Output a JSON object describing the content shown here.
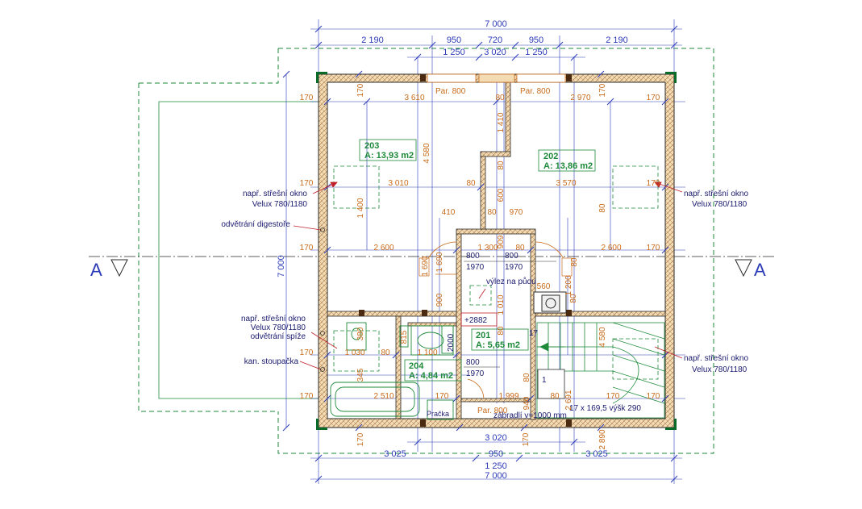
{
  "colors": {
    "wall_fill": "#f3dcb4",
    "wall_line": "#2a2a2a",
    "dimension_blue": "#2b3ab8",
    "dimension_orange": "#c86a18",
    "room_green": "#1e8a3a",
    "label_navy": "#1a1a6e",
    "annotation_red": "#c0202a",
    "dashed_green": "#1e8a3a"
  },
  "section": {
    "left_mark": "A",
    "right_mark": "A"
  },
  "dimensions": {
    "overall_top": "7 000",
    "overall_bottom": "7 000",
    "overall_left": "7 000",
    "top_row2": [
      "2 190",
      "950",
      "720",
      "950",
      "2 190"
    ],
    "top_row3": [
      "1 250",
      "3 020",
      "1 250"
    ],
    "bottom_row1": [
      "3 020"
    ],
    "bottom_row2": [
      "3 025",
      "950",
      "3 025"
    ],
    "bottom_row3": [
      "1 250"
    ],
    "orange_labels": [
      "170",
      "3 610",
      "80",
      "2 970",
      "170",
      "170",
      "3 010",
      "80",
      "3 570",
      "170",
      "410",
      "80",
      "970",
      "170",
      "2 600",
      "1 300",
      "80",
      "2 600",
      "170",
      "1 030",
      "80",
      "1 100",
      "170",
      "170",
      "2 510",
      "170",
      "1 999",
      "80",
      "170",
      "170",
      "170",
      "170",
      "170",
      "170",
      "2 890",
      "4 580",
      "4 580",
      "1 400",
      "80",
      "1 410",
      "80",
      "600",
      "909",
      "900",
      "1 690",
      "80",
      "1 690",
      "1 010",
      "80",
      "345",
      "380",
      "560",
      "1 200",
      "80",
      "815",
      "80",
      "940",
      "2 691"
    ]
  },
  "rooms": [
    {
      "number": "203",
      "area": "A: 13,93 m2"
    },
    {
      "number": "202",
      "area": "A: 13,86 m2"
    },
    {
      "number": "201",
      "area": "A: 5,65 m2"
    },
    {
      "number": "204",
      "area": "A: 4,84 m2"
    }
  ],
  "windows": [
    "Par. 800",
    "Par. 800",
    "Par. 800"
  ],
  "doors": [
    {
      "w": "800",
      "h": "1970"
    },
    {
      "w": "800",
      "h": "1970"
    },
    {
      "w": "800",
      "h": "1970"
    }
  ],
  "elevation": "+2882",
  "labels": {
    "skylight_left_top": [
      "např. střešní okno",
      "Velux 780/1180"
    ],
    "vent_hood": "odvětrání digestoře",
    "skylight_left_bottom": [
      "např. střešní okno",
      "Velux 780/1180"
    ],
    "vent_pantry": "odvětrání spíže",
    "sewer_stack": "kan. stoupačka",
    "skylight_right_top": [
      "např. střešní okno",
      "Velux 780/1180"
    ],
    "skylight_right_bottom": [
      "např. střešní okno",
      "Velux 780/1180"
    ],
    "attic_access": "výlez na půdu",
    "washer": "Pračka",
    "stairs": "17 x 169,5 výšk 290",
    "railing": "zábradlí v=1000 mm",
    "stair_mark": "17",
    "stair_box": "1",
    "vestibule_depth": "2000"
  }
}
